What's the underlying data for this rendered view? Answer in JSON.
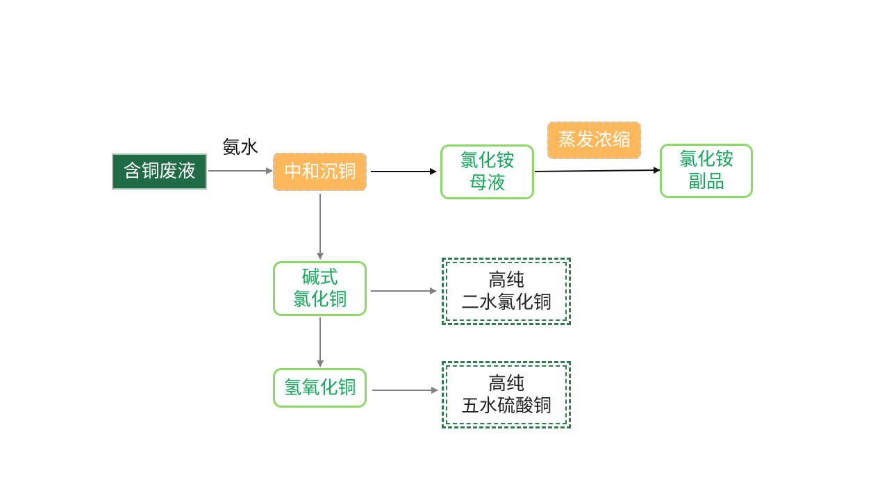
{
  "nodes": {
    "waste": "含铜废液",
    "neutral": "中和沉铜",
    "mother_1": "氯化铵",
    "mother_2": "母液",
    "evap": "蒸发浓缩",
    "byprod_1": "氯化铵",
    "byprod_2": "副品",
    "basic_1": "碱式",
    "basic_2": "氯化铜",
    "hydroxide": "氢氧化铜",
    "prod1_1": "高纯",
    "prod1_2": "二水氯化铜",
    "prod2_1": "高纯",
    "prod2_2": "五水硫酸铜"
  },
  "edge_labels": {
    "ammonia": "氨水"
  },
  "colors": {
    "dark_green": "#1f6b45",
    "orange": "#fcb85a",
    "green_text": "#14a85a",
    "green_border": "#8dd66a",
    "dashed_border": "#2f7b4e",
    "arrow_gray": "#808080",
    "arrow_black": "#111111"
  }
}
